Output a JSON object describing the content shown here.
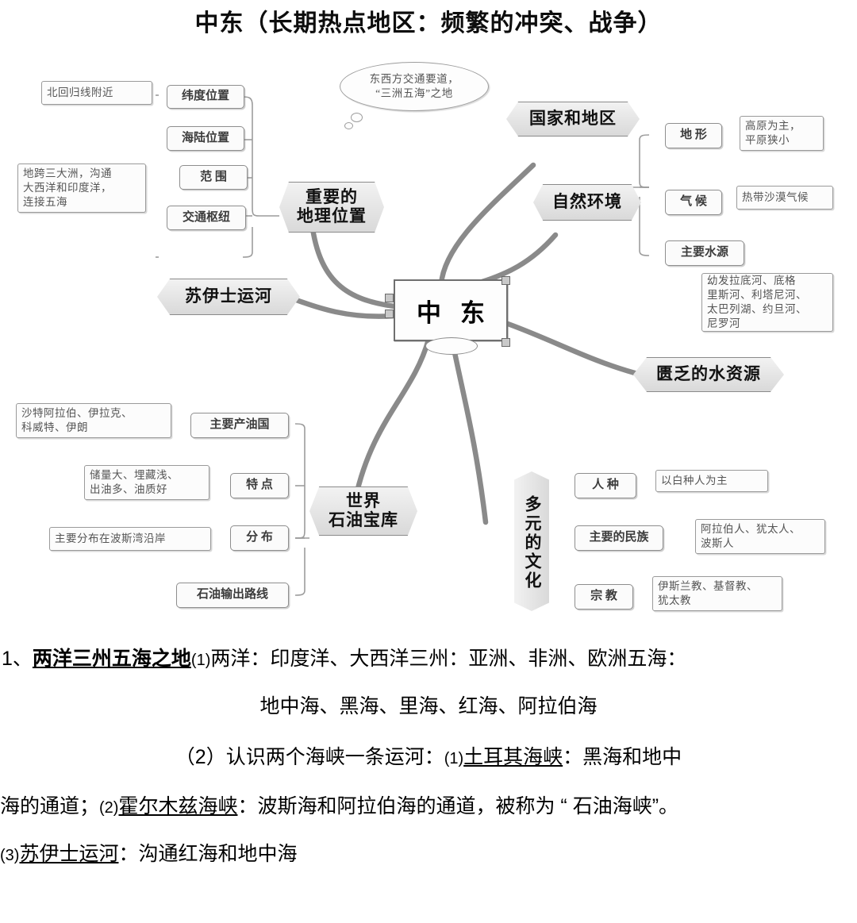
{
  "title": "中东（长期热点地区：频繁的冲突、战争）",
  "mindmap": {
    "center": "中东",
    "bubble": "东西方交通要道，\n“三洲五海”之地",
    "branches": [
      {
        "label": "重要的\n地理位置"
      },
      {
        "label": "国家和地区"
      },
      {
        "label": "自然环境"
      },
      {
        "label": "匮乏的水资源"
      },
      {
        "label": "苏伊士运河"
      },
      {
        "label": "世界\n石油宝库"
      },
      {
        "label": "多元的文化"
      }
    ],
    "geography": {
      "items": [
        {
          "label": "纬度位置",
          "note": "北回归线附近"
        },
        {
          "label": "海陆位置",
          "note": ""
        },
        {
          "label": "范  围",
          "note": ""
        },
        {
          "label": "交通枢纽",
          "note": "地跨三大洲，沟通\n大西洋和印度洋，\n连接五海"
        }
      ]
    },
    "environment": {
      "items": [
        {
          "label": "地  形",
          "note": "高原为主，\n平原狭小"
        },
        {
          "label": "气  候",
          "note": "热带沙漠气候"
        },
        {
          "label": "主要水源",
          "note": "幼发拉底河、底格\n里斯河、利塔尼河、\n太巴列湖、约旦河、\n尼罗河"
        }
      ]
    },
    "oil": {
      "items": [
        {
          "label": "主要产油国",
          "note": "沙特阿拉伯、伊拉克、\n科威特、伊朗"
        },
        {
          "label": "特  点",
          "note": "储量大、埋藏浅、\n出油多、油质好"
        },
        {
          "label": "分  布",
          "note": "主要分布在波斯湾沿岸"
        },
        {
          "label": "石油输出路线",
          "note": ""
        }
      ]
    },
    "culture": {
      "items": [
        {
          "label": "人  种",
          "note": "以白种人为主"
        },
        {
          "label": "主要的民族",
          "note": "阿拉伯人、犹太人、\n波斯人"
        },
        {
          "label": "宗  教",
          "note": "伊斯兰教、基督教、\n犹太教"
        }
      ]
    }
  },
  "body": {
    "p1_num": "1、",
    "p1_head": "两洋三州五海之地",
    "p1_mark": "(1)",
    "p1_rest": "两洋：印度洋、大西洋三州：亚洲、非洲、欧洲五海：",
    "p2": "地中海、黑海、里海、红海、阿拉伯海",
    "p3_lead": "（2）认识两个海峡一条运河：",
    "p3_mark": "(1)",
    "p3_u": "土耳其海峡",
    "p3_rest": "：黑海和地中",
    "p4_lead": "海的通道；",
    "p4_mark": "(2)",
    "p4_u": "霍尔木兹海峡",
    "p4_rest": "：波斯海和阿拉伯海的通道，被称为 “ 石油海峡”。",
    "p5_mark": "(3)",
    "p5_u": "苏伊士运河",
    "p5_rest": "：沟通红海和地中海"
  }
}
